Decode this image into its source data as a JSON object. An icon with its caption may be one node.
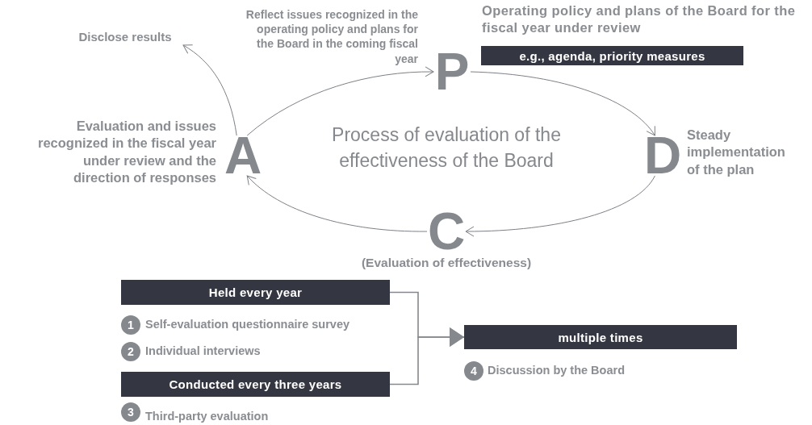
{
  "diagram": {
    "title": "Process of evaluation of the effectiveness of the Board",
    "nodes": [
      {
        "text": [
          "P"
        ]
      },
      {
        "text": [
          "Operating policy and plans of the Board for the fiscal year under review",
          "e.g., agenda, priority measures"
        ]
      },
      {
        "text": [
          "D"
        ],
        "beside": [
          "Steady implementation of the plan"
        ]
      },
      {
        "text": [
          "C"
        ],
        "beside": [
          "(Evaluation of effectiveness)"
        ]
      },
      {
        "text": [
          "A"
        ],
        "beside": [
          "Evaluation and issues recognized in the fiscal year under review and the direction of responses"
        ]
      },
      {
        "text": [
          "Disclose results"
        ]
      },
      {
        "text": [
          "Held every year"
        ]
      },
      {
        "text": [
          "Conducted every three years"
        ]
      },
      {
        "text": [
          "multiple times"
        ]
      }
    ],
    "edges": [
      {
        "from": 4,
        "to": 0,
        "arrow": "to",
        "label": "Reflect issues recognized in the operating policy and plans for the Board in the coming fiscal year"
      },
      {
        "from": 0,
        "to": 2,
        "arrow": "to"
      },
      {
        "from": 2,
        "to": 3,
        "arrow": "to"
      },
      {
        "from": 3,
        "to": 4,
        "arrow": "to"
      },
      {
        "from": 4,
        "to": 5,
        "arrow": "to"
      },
      {
        "from": 6,
        "to": 8,
        "arrow": "to"
      },
      {
        "from": 7,
        "to": 8,
        "arrow": "to"
      }
    ],
    "labels": [
      "1",
      "Self-evaluation questionnaire survey",
      "2",
      "Individual interviews",
      "4",
      "Discussion by the Board",
      "3",
      "Third-party evaluation"
    ]
  }
}
